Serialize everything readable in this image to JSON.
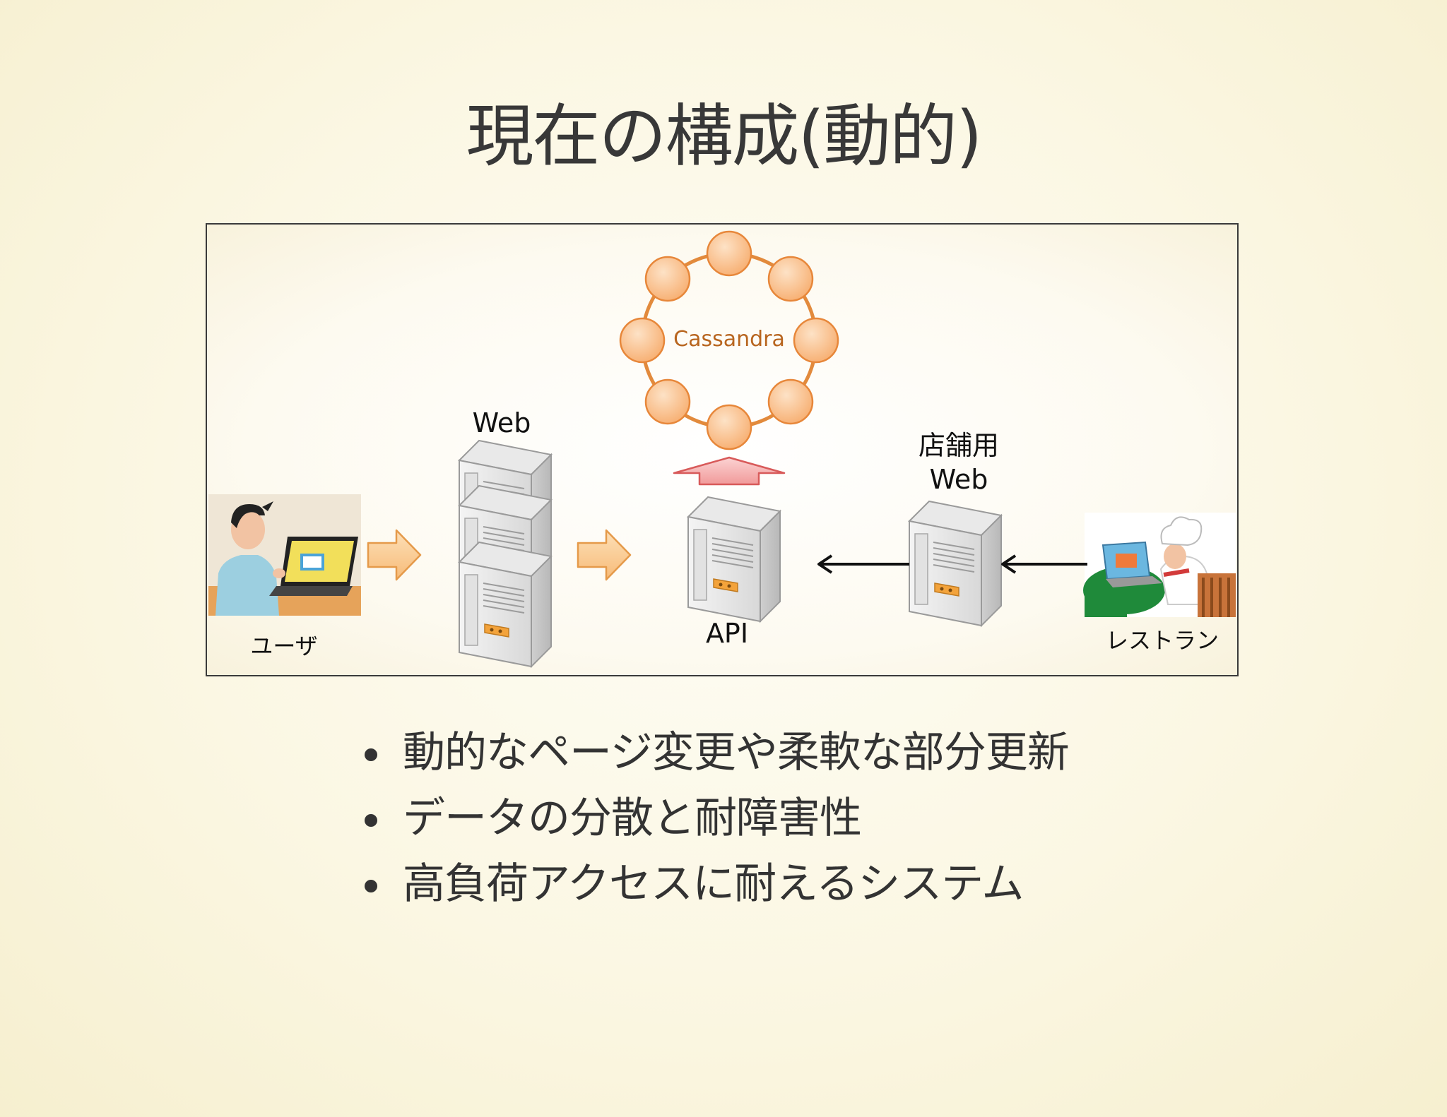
{
  "slide": {
    "title": "現在の構成(動的)"
  },
  "diagram": {
    "cluster_label": "Cassandra",
    "web_label": "Web",
    "api_label": "API",
    "store_web_label_line1": "店舗用",
    "store_web_label_line2": "Web",
    "user_label": "ユーザ",
    "restaurant_label": "レストラン",
    "colors": {
      "node_fill": "#fbc08f",
      "node_stroke": "#e7873a",
      "ring": "#e28a3c",
      "cluster_text": "#b8651f",
      "arrow_fill": "#fbd09a",
      "arrow_stroke": "#e59a4a",
      "up_arrow_fill": "#f6b6b6",
      "up_arrow_stroke": "#d85a5a"
    }
  },
  "bullets": [
    "動的なページ変更や柔軟な部分更新",
    "データの分散と耐障害性",
    "高負荷アクセスに耐えるシステム"
  ]
}
